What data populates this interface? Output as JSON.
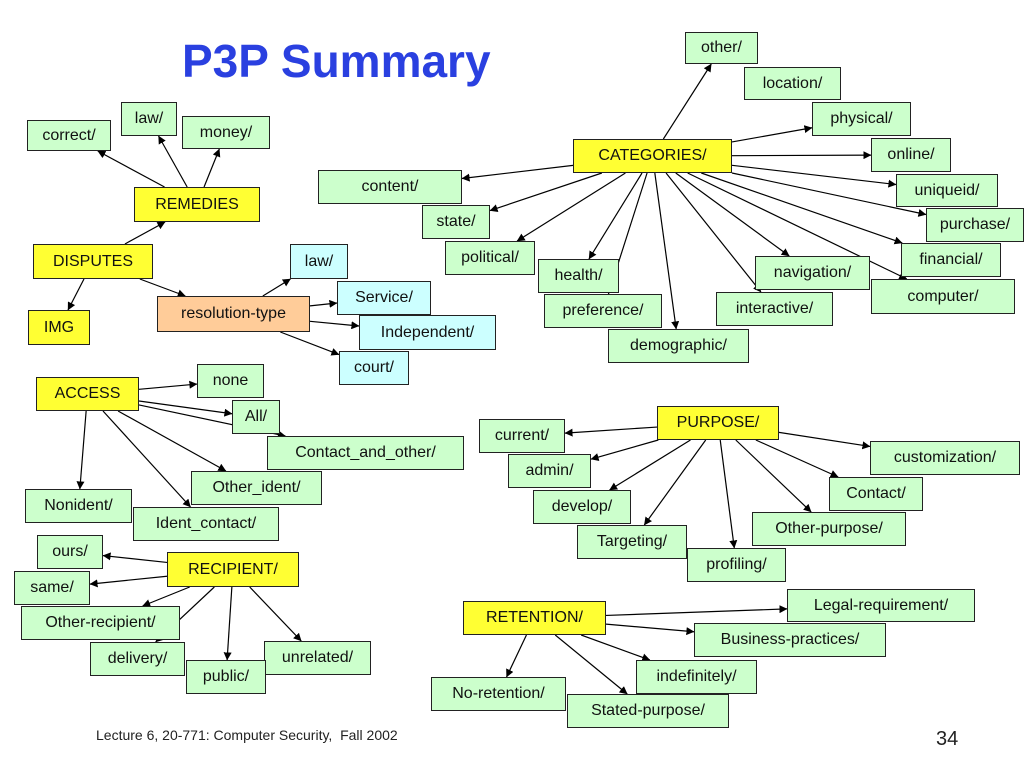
{
  "slide": {
    "title": "P3P Summary",
    "footer": "Lecture 6, 20-771: Computer Security,  Fall 2002",
    "number": "34"
  },
  "colors": {
    "title": "#2a40e0",
    "node_default": "#ccffcc",
    "node_key": "#ffff33",
    "node_blue": "#ccffff",
    "node_orange": "#ffcc99"
  },
  "nodes": {
    "remedies": "REMEDIES",
    "remedies_correct": "correct/",
    "remedies_law": "law/",
    "remedies_money": "money/",
    "disputes": "DISPUTES",
    "img": "IMG",
    "resolution_type": "resolution-type",
    "res_law": "law/",
    "res_service": "Service/",
    "res_independent": "Independent/",
    "res_court": "court/",
    "categories": "CATEGORIES/",
    "cat_other": "other/",
    "cat_location": "location/",
    "cat_physical": "physical/",
    "cat_online": "online/",
    "cat_uniqueid": "uniqueid/",
    "cat_purchase": "purchase/",
    "cat_financial": "financial/",
    "cat_computer": "computer/",
    "cat_navigation": "navigation/",
    "cat_interactive": "interactive/",
    "cat_demographic": "demographic/",
    "cat_preference": "preference/",
    "cat_health": "health/",
    "cat_political": "political/",
    "cat_state": "state/",
    "cat_content": "content/",
    "access": "ACCESS",
    "acc_none": "none",
    "acc_all": "All/",
    "acc_contact_other": "Contact_and_other/",
    "acc_other_ident": "Other_ident/",
    "acc_ident_contact": "Ident_contact/",
    "acc_nonident": "Nonident/",
    "purpose": "PURPOSE/",
    "pur_current": "current/",
    "pur_admin": "admin/",
    "pur_develop": "develop/",
    "pur_targeting": "Targeting/",
    "pur_profiling": "profiling/",
    "pur_other_purpose": "Other-purpose/",
    "pur_contact": "Contact/",
    "pur_customization": "customization/",
    "recipient": "RECIPIENT/",
    "rec_ours": "ours/",
    "rec_same": "same/",
    "rec_other_recipient": "Other-recipient/",
    "rec_delivery": "delivery/",
    "rec_public": "public/",
    "rec_unrelated": "unrelated/",
    "retention": "RETENTION/",
    "ret_legal": "Legal-requirement/",
    "ret_business": "Business-practices/",
    "ret_indefinitely": "indefinitely/",
    "ret_stated": "Stated-purpose/",
    "ret_no_retention": "No-retention/"
  },
  "edges": [
    [
      "remedies",
      "remedies_correct"
    ],
    [
      "remedies",
      "remedies_law"
    ],
    [
      "remedies",
      "remedies_money"
    ],
    [
      "disputes",
      "remedies"
    ],
    [
      "disputes",
      "img"
    ],
    [
      "disputes",
      "resolution_type"
    ],
    [
      "resolution_type",
      "res_law"
    ],
    [
      "resolution_type",
      "res_service"
    ],
    [
      "resolution_type",
      "res_independent"
    ],
    [
      "resolution_type",
      "res_court"
    ],
    [
      "categories",
      "cat_other"
    ],
    [
      "categories",
      "cat_physical"
    ],
    [
      "categories",
      "cat_online"
    ],
    [
      "categories",
      "cat_uniqueid"
    ],
    [
      "categories",
      "cat_purchase"
    ],
    [
      "categories",
      "cat_financial"
    ],
    [
      "categories",
      "cat_computer"
    ],
    [
      "categories",
      "cat_navigation"
    ],
    [
      "categories",
      "cat_interactive"
    ],
    [
      "categories",
      "cat_demographic"
    ],
    [
      "categories",
      "cat_preference"
    ],
    [
      "categories",
      "cat_health"
    ],
    [
      "categories",
      "cat_political"
    ],
    [
      "categories",
      "cat_state"
    ],
    [
      "categories",
      "cat_content"
    ],
    [
      "access",
      "acc_none"
    ],
    [
      "access",
      "acc_all"
    ],
    [
      "access",
      "acc_contact_other"
    ],
    [
      "access",
      "acc_other_ident"
    ],
    [
      "access",
      "acc_ident_contact"
    ],
    [
      "access",
      "acc_nonident"
    ],
    [
      "purpose",
      "pur_current"
    ],
    [
      "purpose",
      "pur_admin"
    ],
    [
      "purpose",
      "pur_develop"
    ],
    [
      "purpose",
      "pur_targeting"
    ],
    [
      "purpose",
      "pur_profiling"
    ],
    [
      "purpose",
      "pur_other_purpose"
    ],
    [
      "purpose",
      "pur_contact"
    ],
    [
      "purpose",
      "pur_customization"
    ],
    [
      "recipient",
      "rec_ours"
    ],
    [
      "recipient",
      "rec_same"
    ],
    [
      "recipient",
      "rec_other_recipient"
    ],
    [
      "recipient",
      "rec_delivery"
    ],
    [
      "recipient",
      "rec_public"
    ],
    [
      "recipient",
      "rec_unrelated"
    ],
    [
      "retention",
      "ret_legal"
    ],
    [
      "retention",
      "ret_business"
    ],
    [
      "retention",
      "ret_indefinitely"
    ],
    [
      "retention",
      "ret_stated"
    ],
    [
      "retention",
      "ret_no_retention"
    ]
  ]
}
